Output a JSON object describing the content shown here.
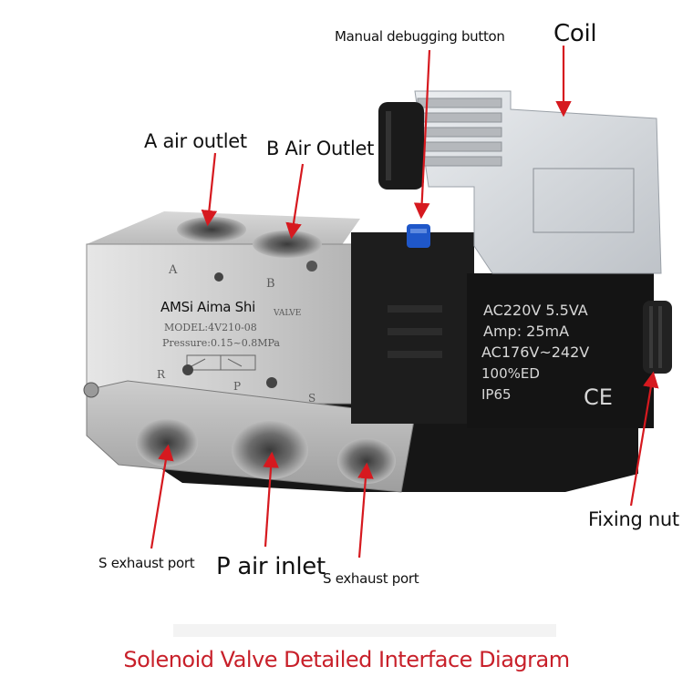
{
  "colors": {
    "arrow": "#d6191f",
    "caption": "#c8202a",
    "label_text": "#111111",
    "aluminium": "#c9c9c9",
    "plastic": "#1b1b1b",
    "manual_button": "#1f57c9"
  },
  "labels": {
    "manual_button": "Manual debugging button",
    "coil": "Coil",
    "a_outlet": "A air outlet",
    "b_outlet": "B Air Outlet",
    "brand": "AMSi Aima Shi",
    "fixing_nut": "Fixing nut",
    "s_exhaust_left": "S exhaust port",
    "p_inlet": "P air inlet",
    "s_exhaust_right": "S exhaust port"
  },
  "caption": "Solenoid Valve Detailed Interface Diagram",
  "valve_body": {
    "port_a": "A",
    "port_b": "B",
    "port_r": "R",
    "port_p": "P",
    "port_s": "S",
    "valve_tag": "VALVE",
    "model": "MODEL:4V210-08",
    "pressure": "Pressure:0.15~0.8MPa"
  },
  "coil_spec": {
    "line1": "AC220V  5.5VA",
    "line2": "Amp:      25mA",
    "line3": "AC176V~242V",
    "line4": "100%ED",
    "line5": "IP65",
    "mark": "CE"
  }
}
